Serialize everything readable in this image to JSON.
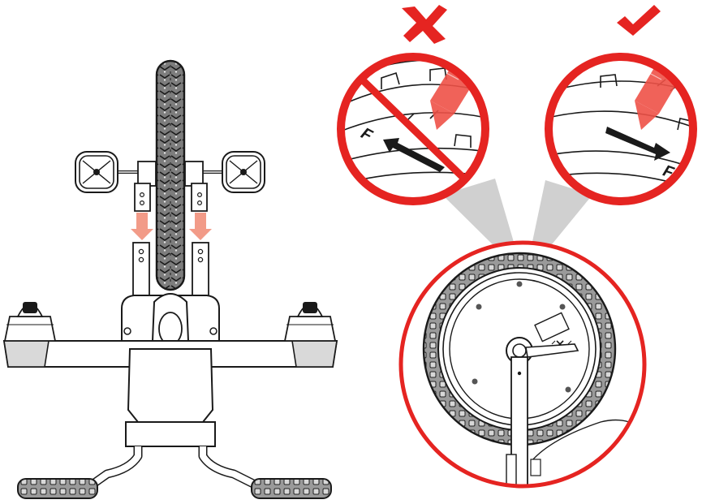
{
  "colors": {
    "accent_red": "#e52421",
    "pencil_red": "#ef5148",
    "arrow_salmon": "#f08a73",
    "line": "#1a1a1a",
    "tire_fill": "#8a8a8a",
    "beam_gray": "#c8c8c8"
  },
  "icons": {
    "wrong_mark": "cross-mark-icon",
    "correct_mark": "check-mark-icon"
  },
  "callouts": {
    "wrong": {
      "direction_letter": "F",
      "arrow_direction": "left"
    },
    "correct": {
      "direction_letter": "F",
      "arrow_direction": "right"
    }
  }
}
